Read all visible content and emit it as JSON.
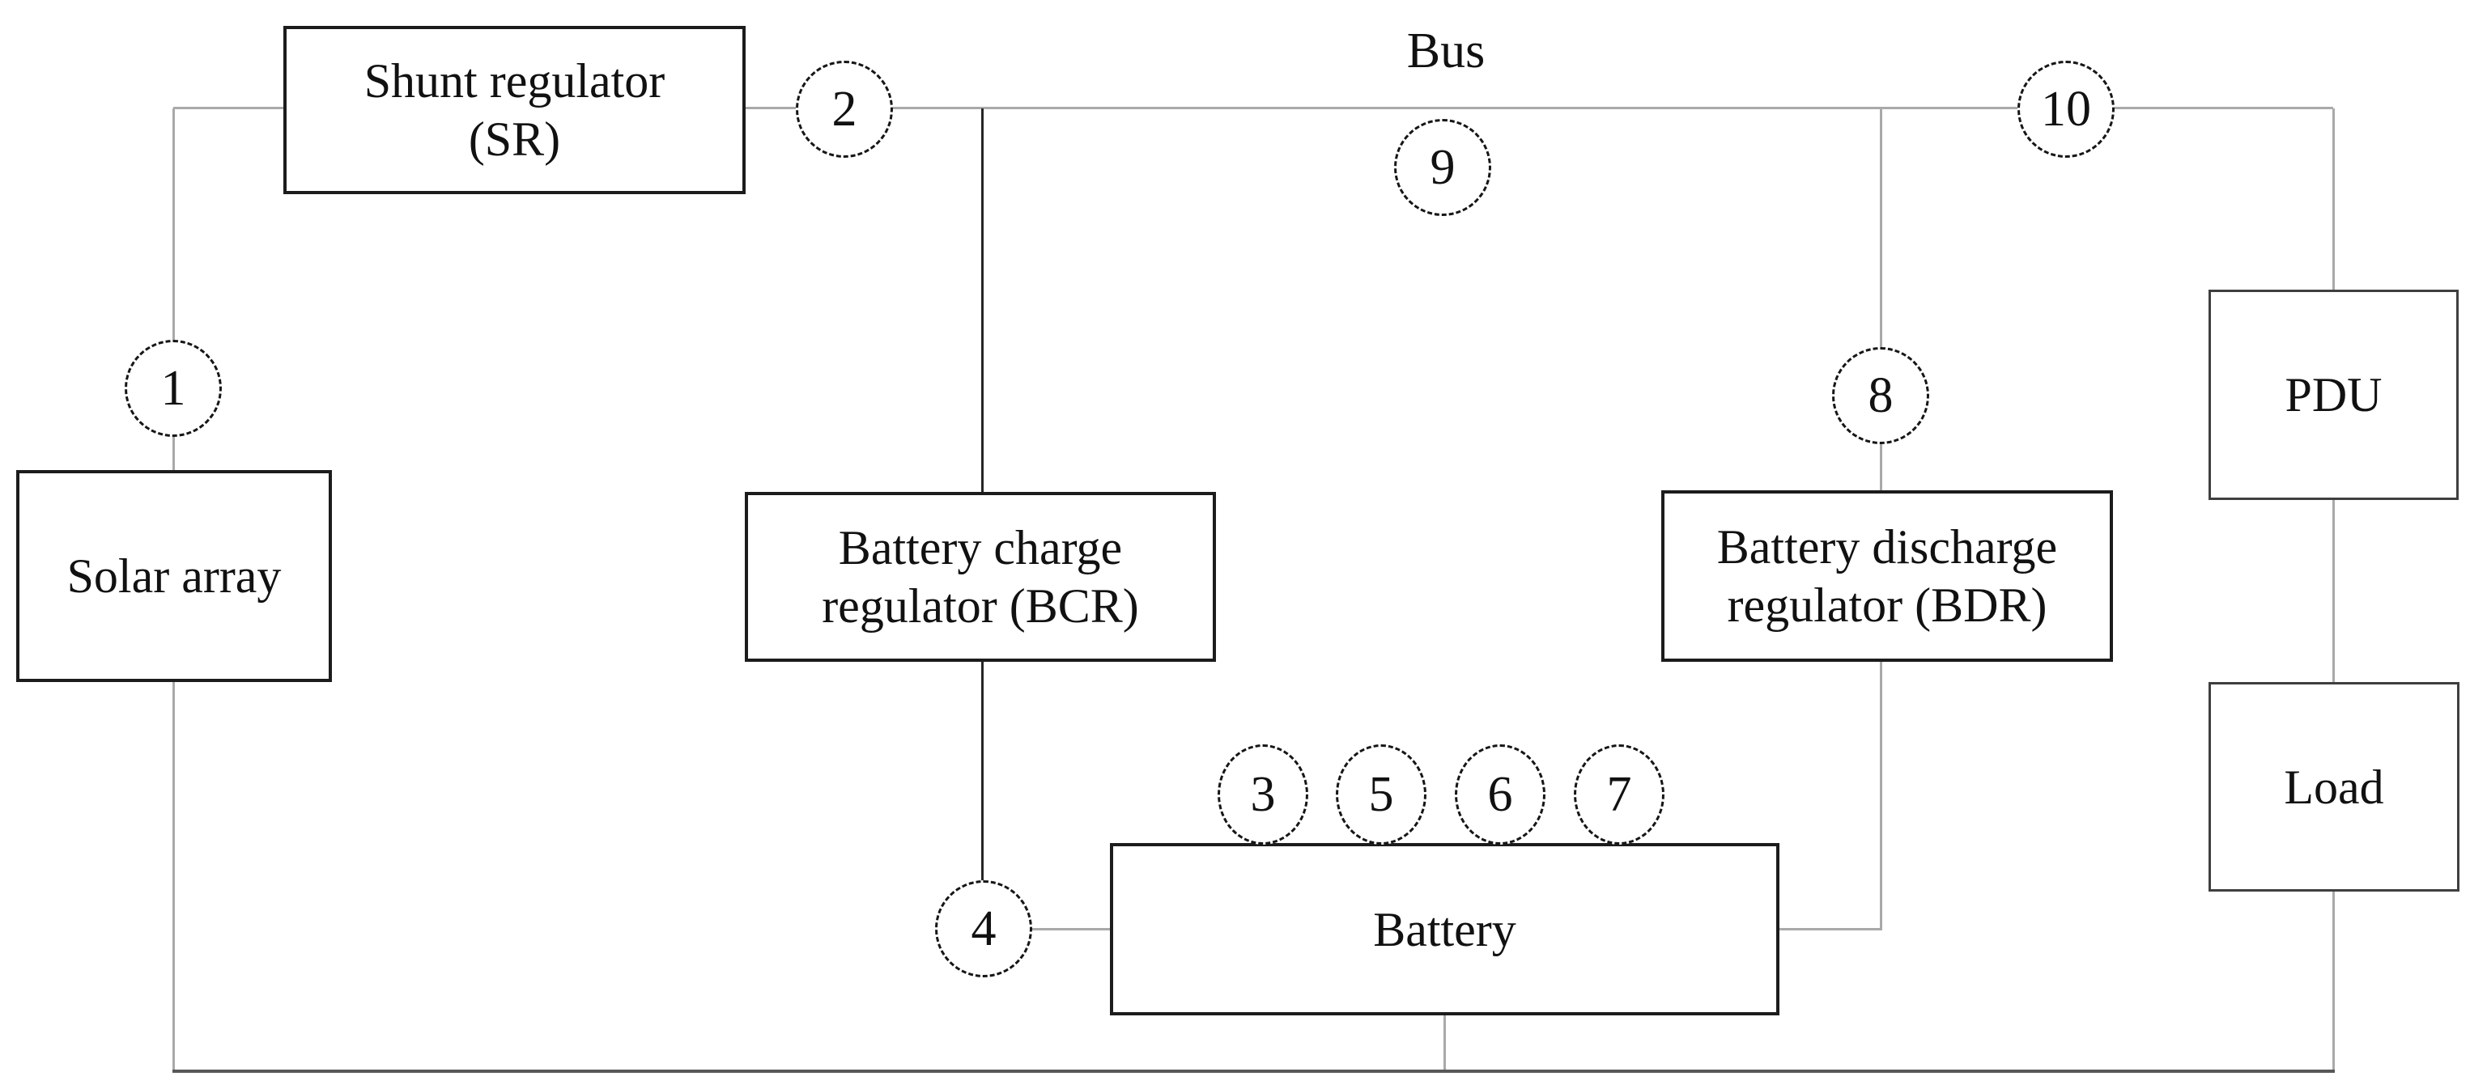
{
  "bus_label": "Bus",
  "boxes": {
    "sr": {
      "line1": "Shunt regulator",
      "line2": "(SR)"
    },
    "solar": {
      "label": "Solar array"
    },
    "bcr": {
      "line1": "Battery charge",
      "line2": "regulator (BCR)"
    },
    "bdr": {
      "line1": "Battery discharge",
      "line2": "regulator (BDR)"
    },
    "battery": {
      "label": "Battery"
    },
    "pdu": {
      "label": "PDU"
    },
    "load": {
      "label": "Load"
    }
  },
  "nodes": [
    "1",
    "2",
    "3",
    "4",
    "5",
    "6",
    "7",
    "8",
    "9",
    "10"
  ],
  "colors": {
    "background": "#ffffff",
    "box_border": "#1c1c1c",
    "connector": "#a9a9a9",
    "bottom_rail": "#575757",
    "text": "#111111"
  }
}
